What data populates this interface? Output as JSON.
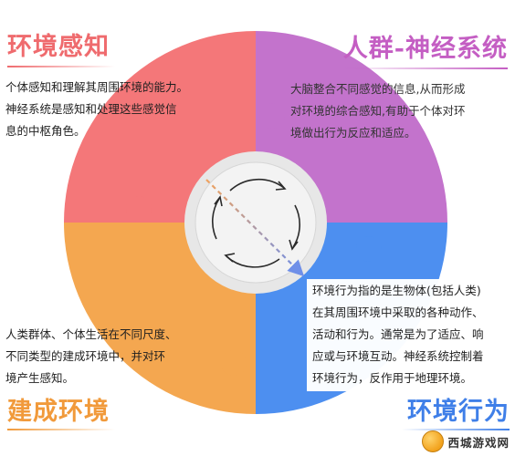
{
  "titles": {
    "top_left": "环境感知",
    "top_right": "人群-神经系统",
    "bottom_left": "建成环境",
    "bottom_right": "环境行为"
  },
  "descriptions": {
    "top_left": [
      "个体感知和理解其周围环境的能力。",
      "神经系统是感知和处理这些感觉信",
      "息的中枢角色。"
    ],
    "top_right": [
      "大脑整合不同感觉的信息,从而形成",
      "对环境的综合感知,有助于个体对环",
      "境做出行为反应和适应。"
    ],
    "bottom_left": [
      "人类群体、个体生活在不同尺度、",
      "不同类型的建成环境中，并对环",
      "境产生感知。"
    ],
    "bottom_right": [
      "环境行为指的是生物体(包括人类)",
      "在其周围环境中采取的各种动作、",
      "活动和行为。通常是为了适应、响",
      "应或与环境互动。神经系统控制着",
      "环境行为，反作用于地理环境。"
    ]
  },
  "watermark": {
    "text": "西城游戏网"
  },
  "colors": {
    "top_left": "#f47779",
    "top_right": "#c373cc",
    "bottom_left": "#f4a750",
    "bottom_right": "#4d8ff0",
    "center_hub": "#f3f3f3",
    "arrows": "#2a2a2a"
  }
}
